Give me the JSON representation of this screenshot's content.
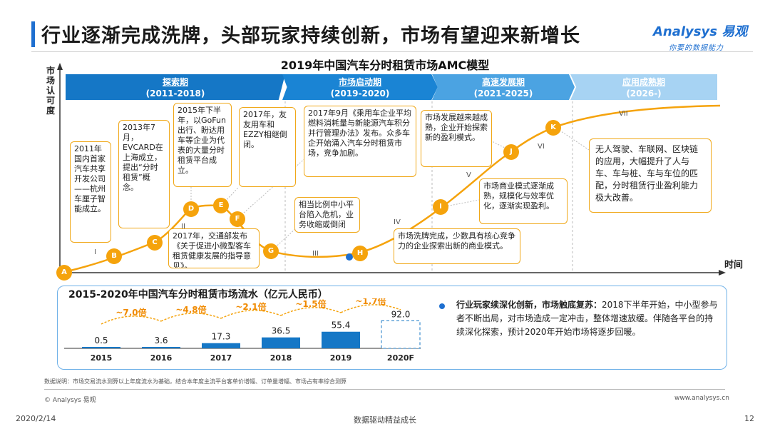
{
  "header": {
    "title": "行业逐渐完成洗牌，头部玩家持续创新，市场有望迎来新增长",
    "logo_en": "Analysys",
    "logo_cn": "易观",
    "logo_slogan": "你要的数据能力"
  },
  "amc": {
    "title": "2019年中国汽车分时租赁市场AMC模型",
    "y_label": "市场认可度",
    "x_label": "时间",
    "phases": [
      {
        "name": "探索期",
        "period": "(2011-2018)"
      },
      {
        "name": "市场启动期",
        "period": "(2019-2020)"
      },
      {
        "name": "高速发展期",
        "period": "(2021-2025)"
      },
      {
        "name": "应用成熟期",
        "period": "(2026-)"
      }
    ],
    "nodes": [
      "A",
      "B",
      "C",
      "D",
      "E",
      "F",
      "G",
      "H",
      "I",
      "J",
      "K"
    ],
    "stages": [
      "I",
      "II",
      "III",
      "IV",
      "V",
      "VI",
      "VII"
    ],
    "notes": {
      "B": "2011年国内首家汽车共享开发公司——杭州车厘子智能成立。",
      "C": "2013年7月，EVCARD在上海成立，提出“分时租赁”概念。",
      "D": "2015年下半年，以GoFun出行、盼达用车等企业为代表的大量分时租赁平台成立。",
      "E": "2017年，友友用车和EZZY相继倒闭。",
      "F": "2017年9月《乘用车企业平均燃料消耗量与新能源汽车积分并行管理办法》发布。众多车企开始涌入汽车分时租赁市场，竞争加剧。",
      "G_top": "相当比例中小平台陷入危机，业务收缩或倒闭",
      "G_bottom": "2017年，交通部发布《关于促进小微型客车租赁健康发展的指导意见》。",
      "H": "市场洗牌完成，少数具有核心竞争力的企业探索出新的商业模式。",
      "I": "市场商业模式逐渐成熟，规模化与效率优化，逐渐实现盈利。",
      "J": "市场发展越来越成熟，企业开始探索新的盈利模式。",
      "K": "无人驾驶、车联网、区块链的应用，大幅提升了人与车、车与桩、车与车位的匹配，分时租赁行业盈利能力极大改善。"
    }
  },
  "growth": {
    "title": "2015-2020年中国汽车分时租赁市场流水（亿元人民币）",
    "summary_bold": "行业玩家续深化创新，市场触底复苏：",
    "summary_text": "2018下半年开始，中小型参与者不断出局，对市场造成一定冲击，整体增速放缓。伴随各平台的持续深化探索，预计2020年开始市场将逐步回暖。"
  },
  "chart_data": {
    "type": "bar",
    "title": "2015-2020年中国汽车分时租赁市场流水（亿元人民币）",
    "categories": [
      "2015",
      "2016",
      "2017",
      "2018",
      "2019",
      "2020F"
    ],
    "values": [
      0.5,
      3.6,
      17.3,
      36.5,
      55.4,
      92.0
    ],
    "value_labels": [
      "0.5",
      "3.6",
      "17.3",
      "36.5",
      "55.4",
      "92.0"
    ],
    "growth_multiples": [
      "~7.0倍",
      "~4.8倍",
      "~2.1倍",
      "~1.5倍",
      "~1.7倍"
    ],
    "forecast_category": "2020F",
    "ylim": [
      0,
      100
    ],
    "bar_color": "#1577c6",
    "forecast_color": "#ffffff"
  },
  "footer": {
    "note": "数据说明：市场交易流水测算以上年度流水为基础，结合本年度主流平台客单价增幅、订单量增幅、市场占有率综合测算",
    "copyright": "© Analysys 易观",
    "website": "www.analysys.cn",
    "date": "2020/2/14",
    "slogan": "数据驱动精益成长",
    "page": "12"
  }
}
